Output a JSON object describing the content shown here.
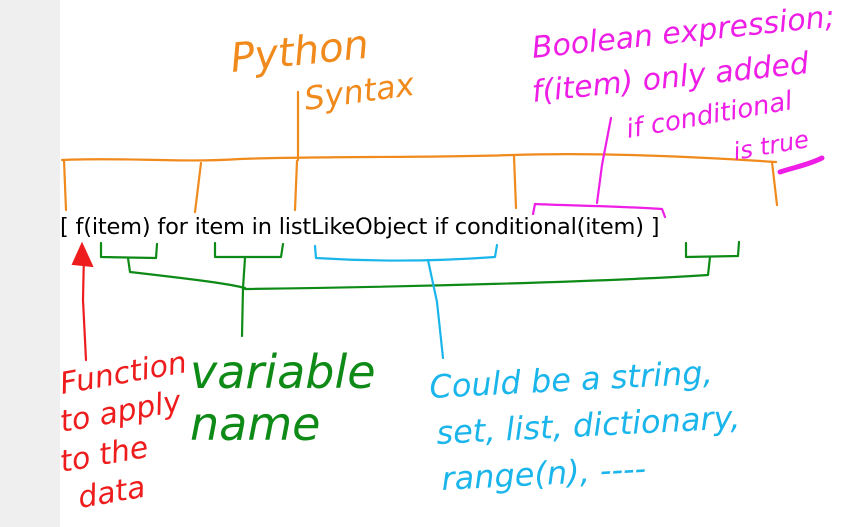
{
  "code_line": "[ f(item) for item in listLikeObject if conditional(item) ]",
  "annotations": {
    "python_syntax": [
      "Python",
      "Syntax"
    ],
    "boolean": [
      "Boolean expression;",
      "f(item) only added",
      "if conditional",
      "is true"
    ],
    "function": [
      "Function",
      "to apply",
      "to the",
      "data"
    ],
    "variable": [
      "variable",
      "name"
    ],
    "iterable": [
      "Could be a string,",
      "set, list, dictionary,",
      "range(n), ----"
    ]
  },
  "colors": {
    "python_syntax": "#f08a1c",
    "boolean": "#ee1ee6",
    "function": "#ee1c1c",
    "variable": "#0e8a16",
    "iterable": "#1ab5ea"
  }
}
